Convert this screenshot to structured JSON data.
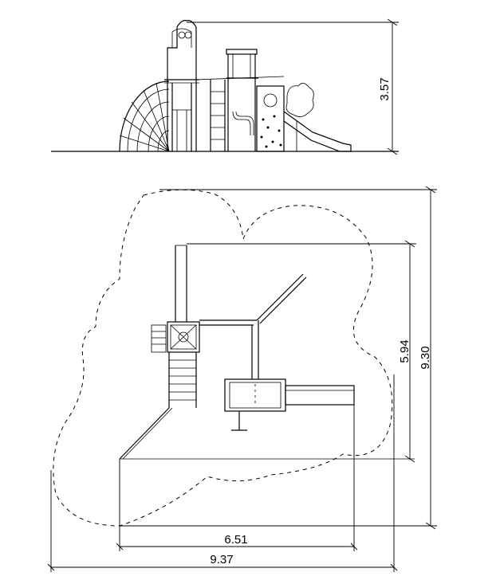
{
  "elevation": {
    "height_dimension": "3.57"
  },
  "plan": {
    "inner_depth_dimension": "5.94",
    "outer_depth_dimension": "9.30",
    "inner_width_dimension": "6.51",
    "outer_width_dimension": "9.37"
  }
}
